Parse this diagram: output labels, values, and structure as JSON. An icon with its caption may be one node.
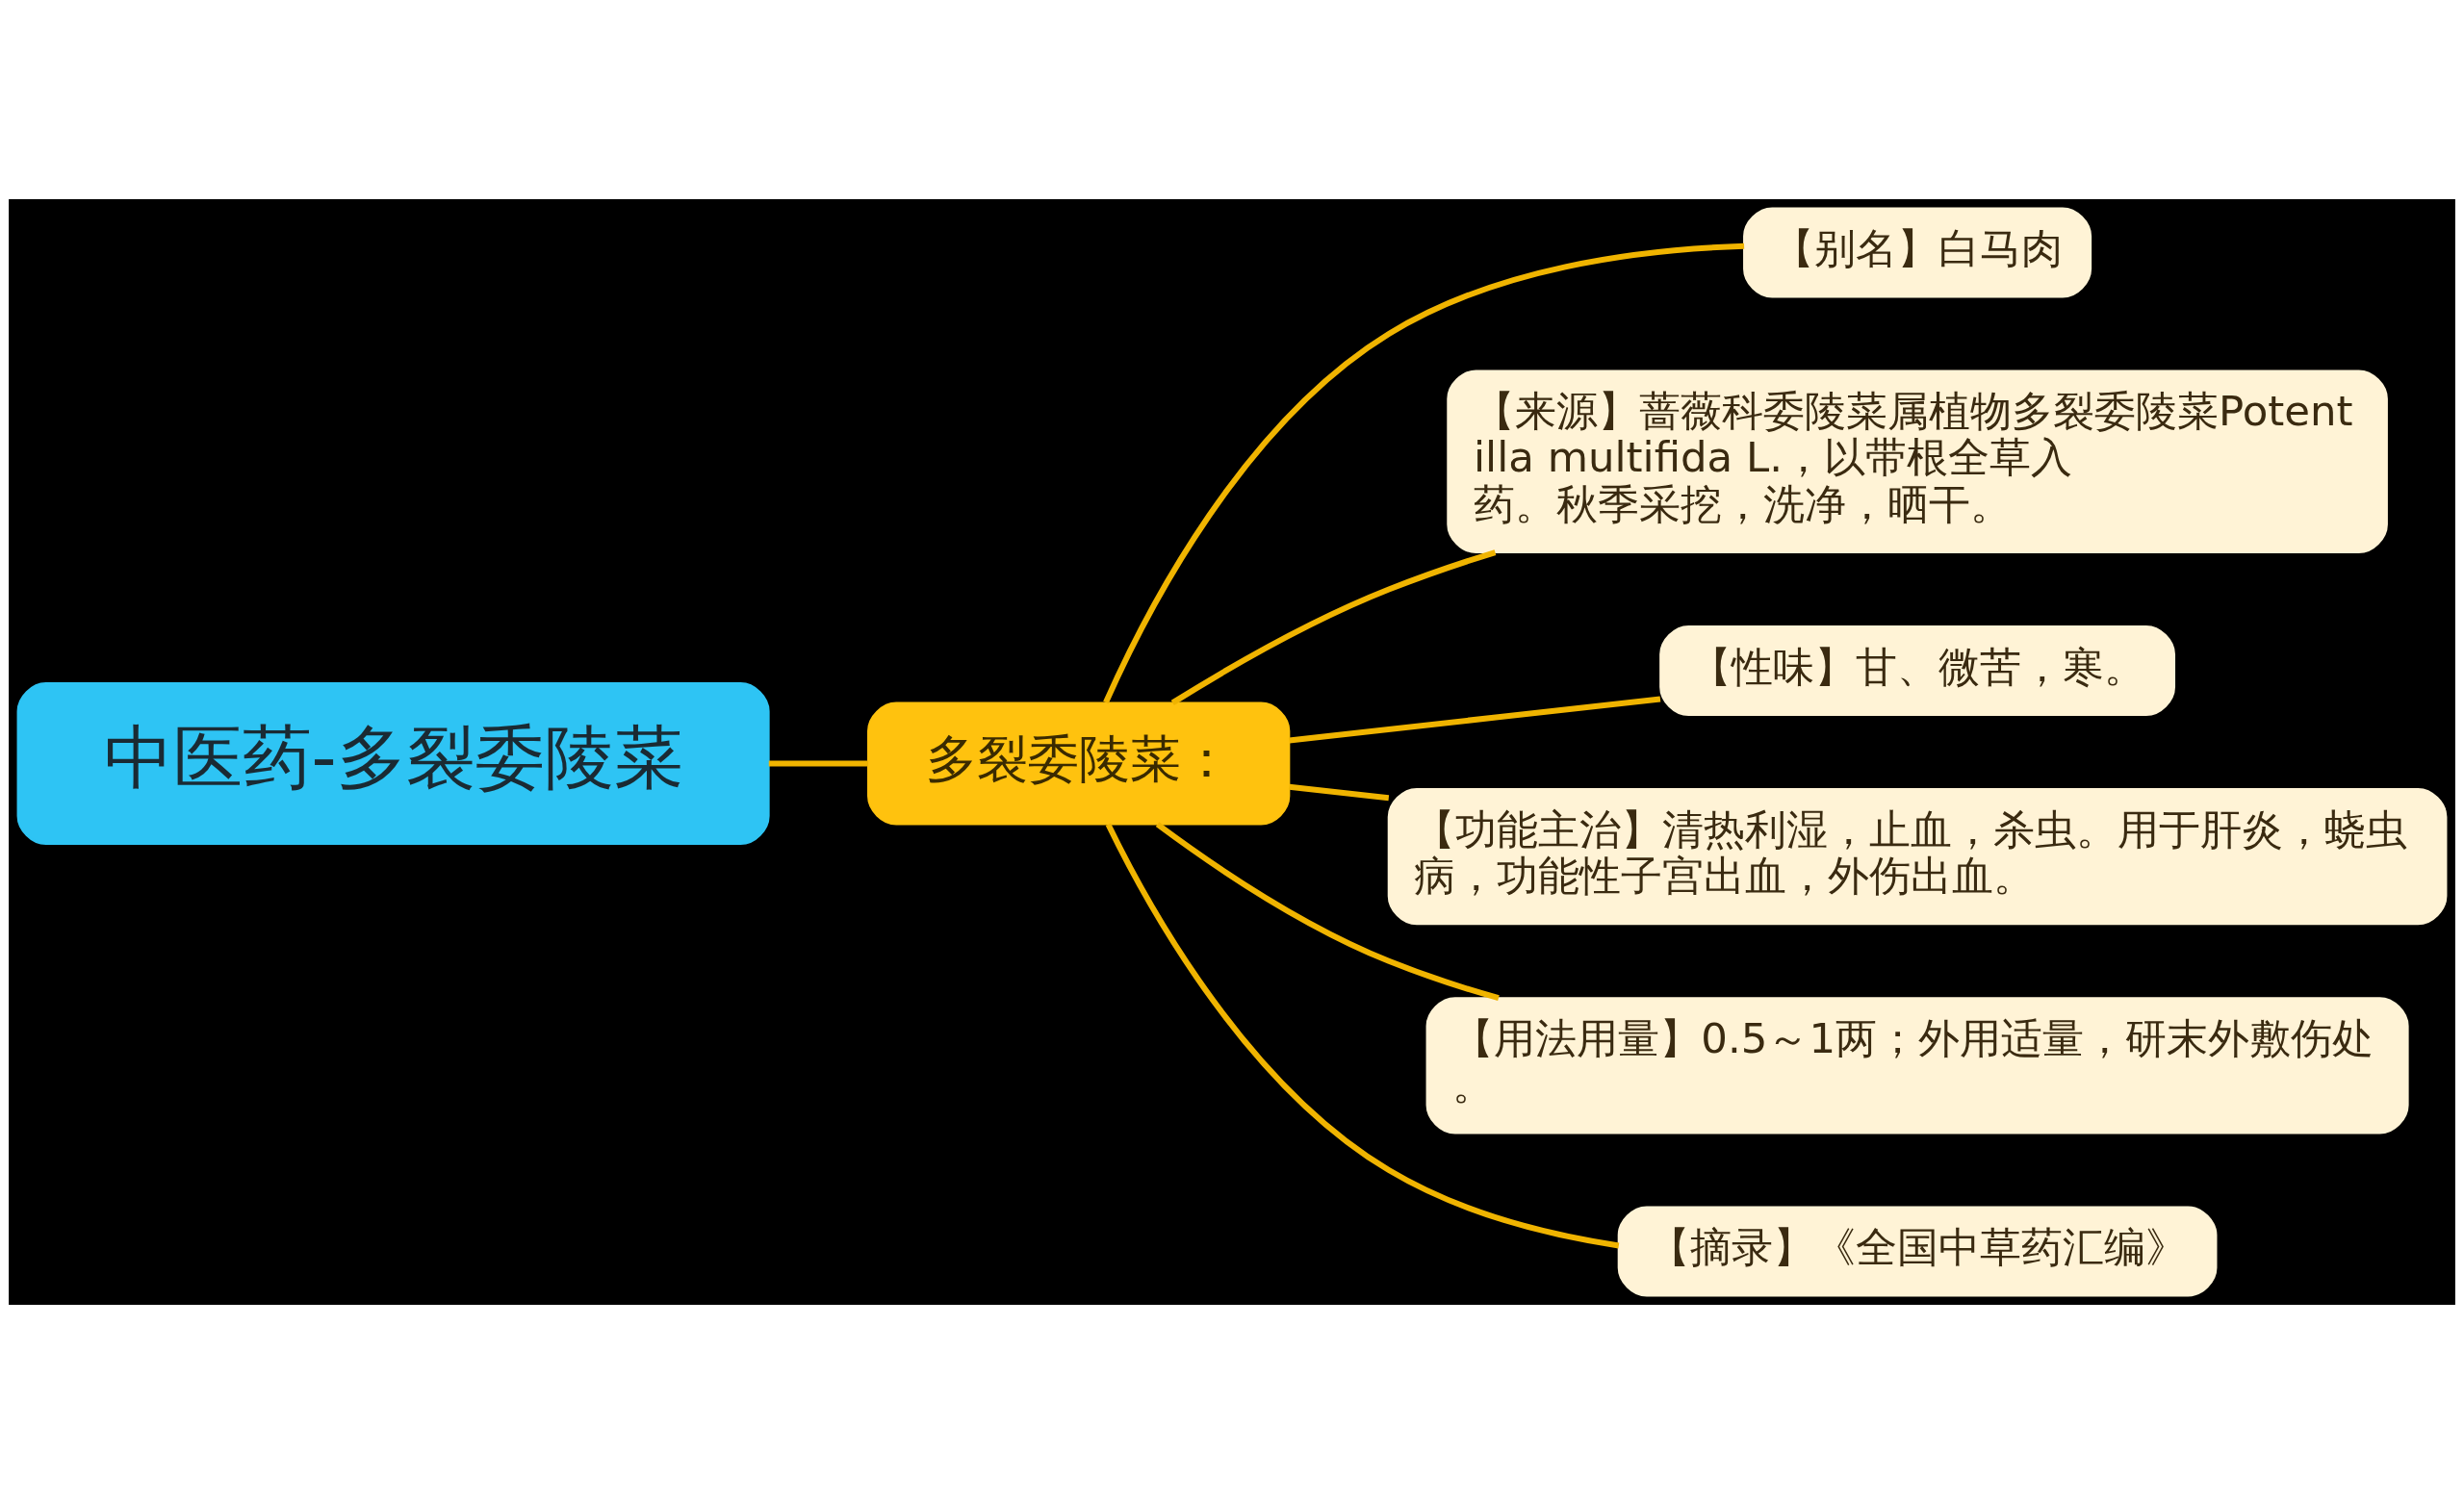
{
  "diagram": {
    "nodes": [
      {
        "text": [
          "中医药-多裂委陵菜"
        ]
      },
      {
        "text": [
          "多裂委陵菜："
        ]
      },
      {
        "text": [
          "【别名】白马肉"
        ]
      },
      {
        "text": [
          "【来源】蔷薇科委陵菜属植物多裂委陵菜Potentilla multifida L.，以带根全草入药。秋季采挖，洗净，晒干。"
        ]
      },
      {
        "text": [
          "【性味】甘、微苦，寒。"
        ]
      },
      {
        "text": [
          "【功能主治】清热利湿，止血，杀虫。用于肝炎，蛲虫病，功能性子宫出血，外伤出血。"
        ]
      },
      {
        "text": [
          "【用法用量】0.5～1两；外用适量，研末外敷伤处。"
        ]
      },
      {
        "text": [
          "【摘录】《全国中草药汇编》"
        ]
      }
    ],
    "edges": [
      {
        "from": 0,
        "to": 1,
        "arrow": "none"
      },
      {
        "from": 1,
        "to": 2,
        "arrow": "none"
      },
      {
        "from": 1,
        "to": 3,
        "arrow": "none"
      },
      {
        "from": 1,
        "to": 4,
        "arrow": "none"
      },
      {
        "from": 1,
        "to": 5,
        "arrow": "none"
      },
      {
        "from": 1,
        "to": 6,
        "arrow": "none"
      },
      {
        "from": 1,
        "to": 7,
        "arrow": "none"
      }
    ]
  }
}
